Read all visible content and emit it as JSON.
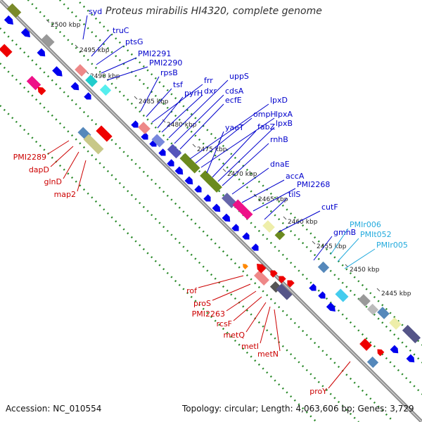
{
  "title": "Proteus mirabilis HI4320, complete genome",
  "footer": {
    "accession": "Accession: NC_010554",
    "summary": "Topology: circular; Length: 4,063,606 bp; Genes: 3,729"
  },
  "colors": {
    "backbone": "#8a8a8a",
    "tick": "#2a8a2a",
    "forward_label": "#0000cc",
    "reverse_label": "#cc0000",
    "rna_label": "#22aadd",
    "gene_cds": "#0000ee",
    "gene_red": "#ee0000"
  },
  "scale_labels": [
    "2500 kbp",
    "2495 kbp",
    "2490 kbp",
    "2485 kbp",
    "2480 kbp",
    "2475 kbp",
    "2470 kbp",
    "2465 kbp",
    "2460 kbp",
    "2455 kbp",
    "2450 kbp",
    "2445 kbp"
  ],
  "forward_labels": [
    "syd",
    "truC",
    "ptsG",
    "PMI2291",
    "PMI2290",
    "rpsB",
    "tsf",
    "frr",
    "pyrH",
    "dxr",
    "uppS",
    "cdsA",
    "ecfE",
    "lpxD",
    "ompH",
    "lpxA",
    "yaeT",
    "fabZ",
    "lpxB",
    "rnhB",
    "dnaE",
    "accA",
    "PMI2268",
    "tilS",
    "cutF",
    "gmhB"
  ],
  "rna_labels": [
    "PMIr006",
    "PMIt052",
    "PMIr005"
  ],
  "reverse_labels": [
    "PMI2289",
    "dapD",
    "glnD",
    "map2",
    "rof",
    "proS",
    "PMI2263",
    "rcsF",
    "metQ",
    "metI",
    "metN",
    "proY"
  ]
}
